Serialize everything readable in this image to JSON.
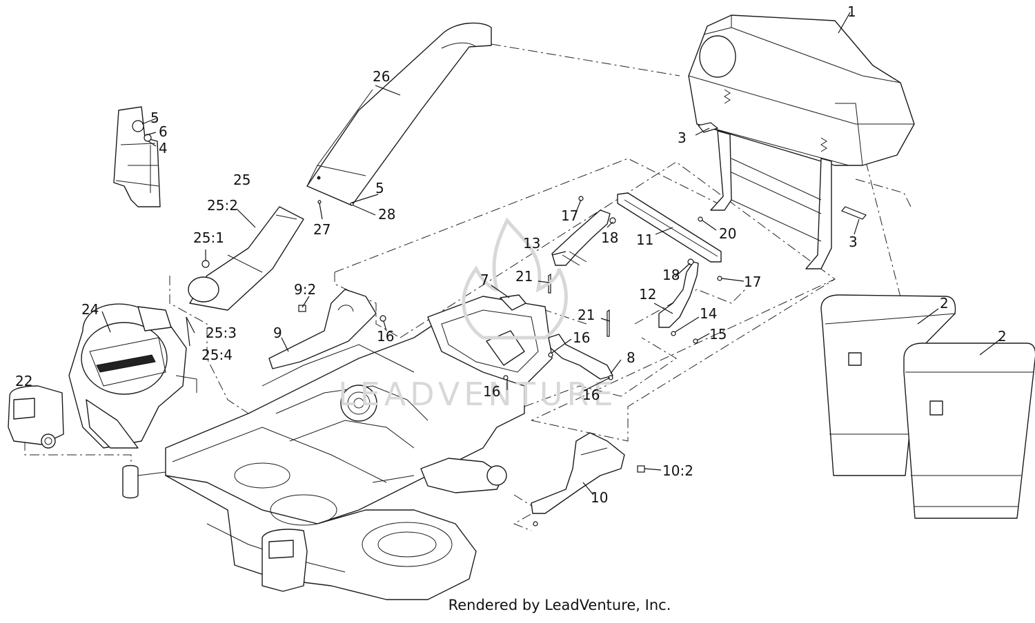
{
  "watermark": "LEADVENTURE",
  "footer": "Rendered by LeadVenture, Inc.",
  "callouts": [
    {
      "id": "c1",
      "label": "1"
    },
    {
      "id": "c2a",
      "label": "2"
    },
    {
      "id": "c2b",
      "label": "2"
    },
    {
      "id": "c3a",
      "label": "3"
    },
    {
      "id": "c3b",
      "label": "3"
    },
    {
      "id": "c4",
      "label": "4"
    },
    {
      "id": "c5a",
      "label": "5"
    },
    {
      "id": "c5b",
      "label": "5"
    },
    {
      "id": "c6",
      "label": "6"
    },
    {
      "id": "c7",
      "label": "7"
    },
    {
      "id": "c8",
      "label": "8"
    },
    {
      "id": "c9",
      "label": "9"
    },
    {
      "id": "c9_2",
      "label": "9:2"
    },
    {
      "id": "c10",
      "label": "10"
    },
    {
      "id": "c10_2",
      "label": "10:2"
    },
    {
      "id": "c11",
      "label": "11"
    },
    {
      "id": "c12",
      "label": "12"
    },
    {
      "id": "c13",
      "label": "13"
    },
    {
      "id": "c14",
      "label": "14"
    },
    {
      "id": "c15",
      "label": "15"
    },
    {
      "id": "c16a",
      "label": "16"
    },
    {
      "id": "c16b",
      "label": "16"
    },
    {
      "id": "c16c",
      "label": "16"
    },
    {
      "id": "c16d",
      "label": "16"
    },
    {
      "id": "c17a",
      "label": "17"
    },
    {
      "id": "c17b",
      "label": "17"
    },
    {
      "id": "c18a",
      "label": "18"
    },
    {
      "id": "c18b",
      "label": "18"
    },
    {
      "id": "c20",
      "label": "20"
    },
    {
      "id": "c21a",
      "label": "21"
    },
    {
      "id": "c21b",
      "label": "21"
    },
    {
      "id": "c22",
      "label": "22"
    },
    {
      "id": "c24",
      "label": "24"
    },
    {
      "id": "c25",
      "label": "25"
    },
    {
      "id": "c25_1",
      "label": "25:1"
    },
    {
      "id": "c25_2",
      "label": "25:2"
    },
    {
      "id": "c25_3",
      "label": "25:3"
    },
    {
      "id": "c25_4",
      "label": "25:4"
    },
    {
      "id": "c26",
      "label": "26"
    },
    {
      "id": "c27",
      "label": "27"
    },
    {
      "id": "c28",
      "label": "28"
    }
  ]
}
